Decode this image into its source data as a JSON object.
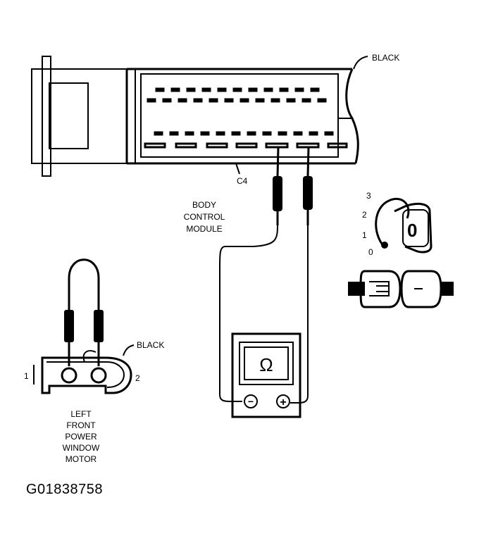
{
  "labels": {
    "bcm_connector_color": "BLACK",
    "connector_id": "C4",
    "bcm_line1": "BODY",
    "bcm_line2": "CONTROL",
    "bcm_line3": "MODULE",
    "motor_connector_color": "BLACK",
    "pin_1": "1",
    "pin_2": "2",
    "motor_line1": "LEFT",
    "motor_line2": "FRONT",
    "motor_line3": "POWER",
    "motor_line4": "WINDOW",
    "motor_line5": "MOTOR",
    "meter_symbol": "Ω",
    "meter_minus": "−",
    "meter_plus": "+",
    "key_pos_3": "3",
    "key_pos_2": "2",
    "key_pos_1": "1",
    "key_pos_0": "0",
    "key_symbol": "0"
  },
  "figure_id": "G01838758"
}
